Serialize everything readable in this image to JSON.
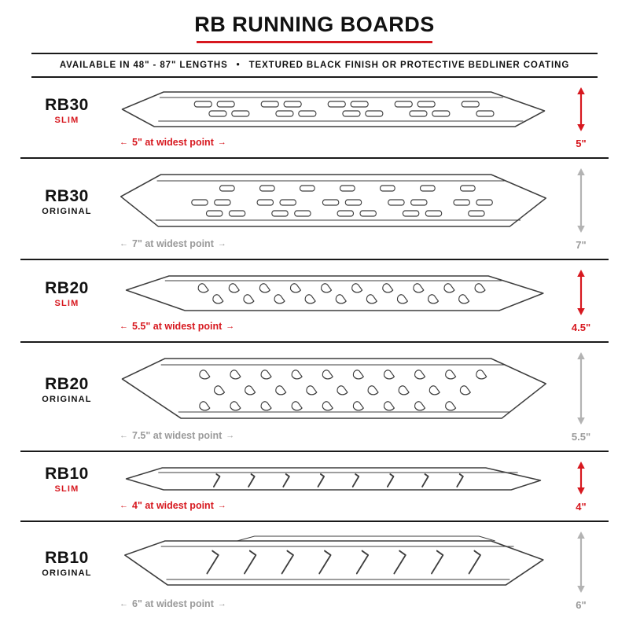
{
  "header": {
    "title": "RB RUNNING BOARDS",
    "subtitle": {
      "left": "AVAILABLE IN 48\" - 87\" LENGTHS",
      "separator": "•",
      "right": "TEXTURED BLACK FINISH OR PROTECTIVE BEDLINER COATING"
    }
  },
  "colors": {
    "accent_red": "#d7181f",
    "muted_gray": "#9a9a9a",
    "line_black": "#1a1a1a",
    "drawing_stroke": "#3d3d3d"
  },
  "boards": [
    {
      "model": "RB30",
      "variant": "SLIM",
      "width_note": "5\" at widest point",
      "height_note": "5\"",
      "pattern": "oval-slots"
    },
    {
      "model": "RB30",
      "variant": "ORIGINAL",
      "width_note": "7\" at widest point",
      "height_note": "7\"",
      "pattern": "oval-slots"
    },
    {
      "model": "RB20",
      "variant": "SLIM",
      "width_note": "5.5\" at widest point",
      "height_note": "4.5\"",
      "pattern": "teardrop-slots"
    },
    {
      "model": "RB20",
      "variant": "ORIGINAL",
      "width_note": "7.5\" at widest point",
      "height_note": "5.5\"",
      "pattern": "teardrop-slots"
    },
    {
      "model": "RB10",
      "variant": "SLIM",
      "width_note": "4\" at widest point",
      "height_note": "4\"",
      "pattern": "slash-marks"
    },
    {
      "model": "RB10",
      "variant": "ORIGINAL",
      "width_note": "6\" at widest point",
      "height_note": "6\"",
      "pattern": "slash-marks"
    }
  ]
}
